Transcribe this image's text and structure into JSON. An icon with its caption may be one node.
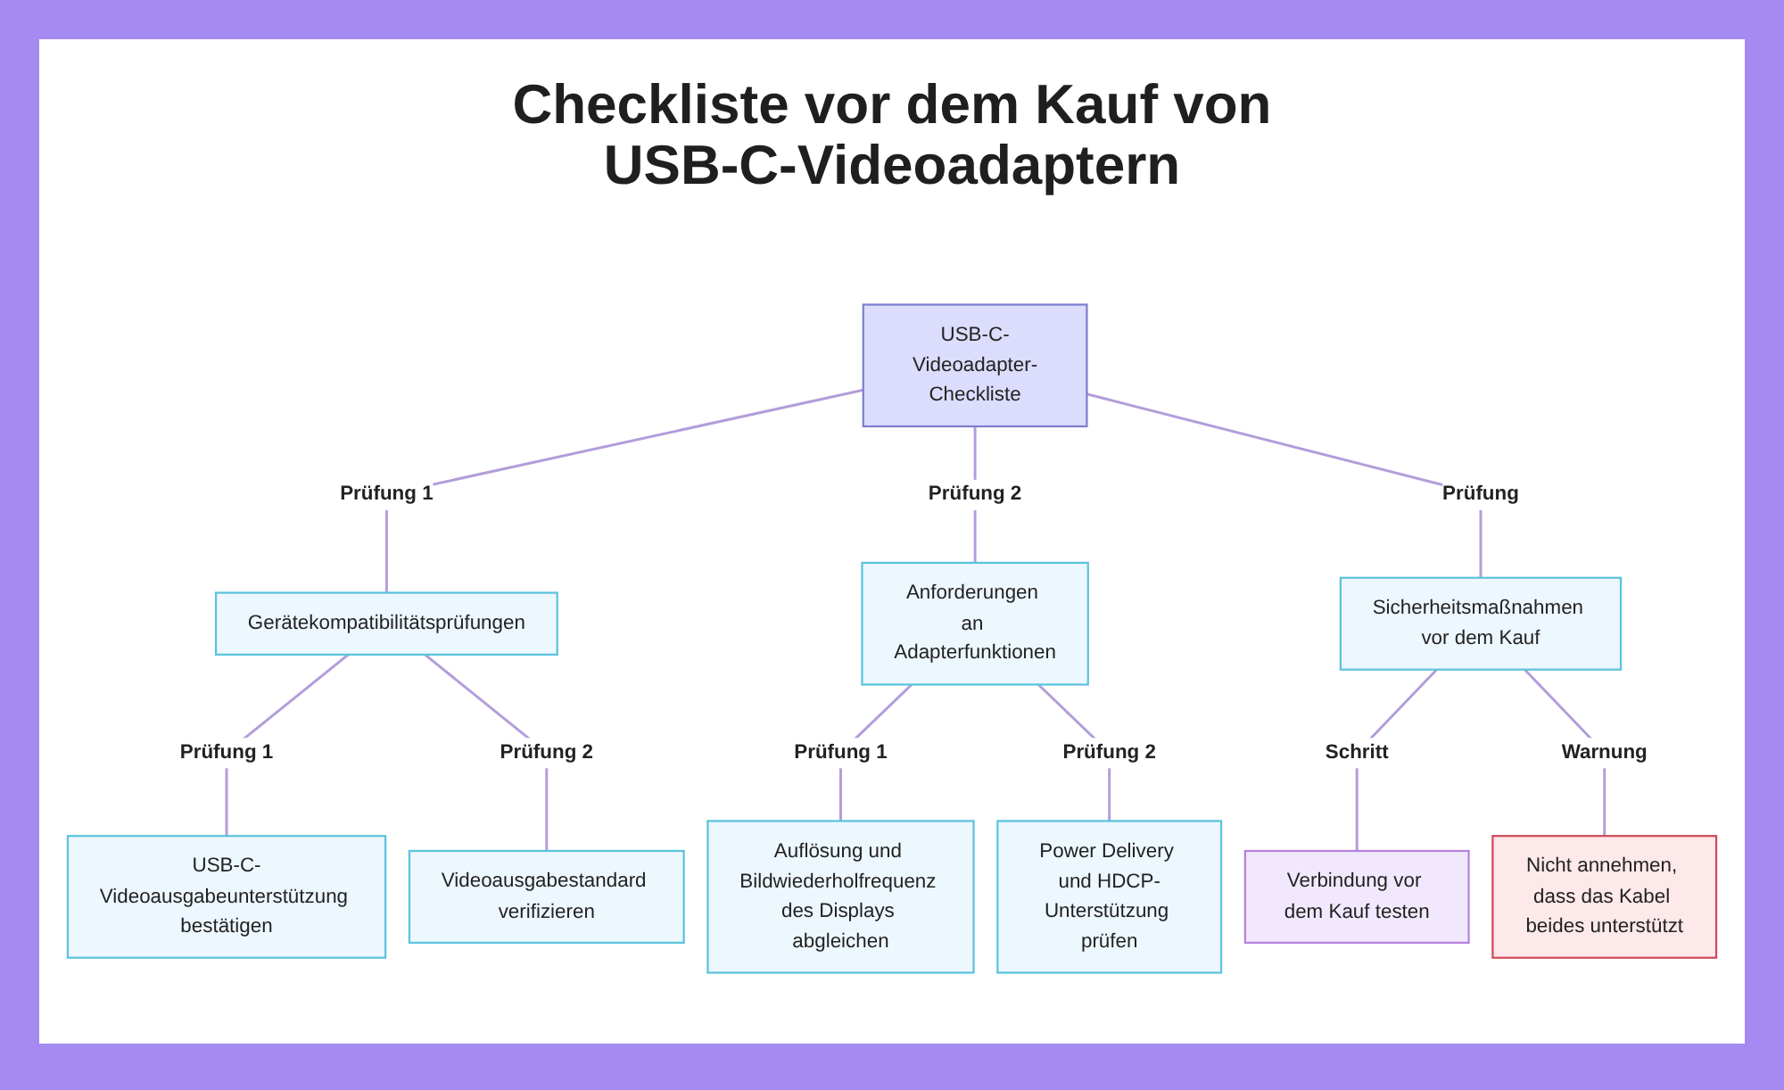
{
  "diagram": {
    "title": "Checkliste vor dem Kauf von USB-C-Videoadaptern",
    "nodes": [
      {
        "text": [
          "USB-C-Videoadapter-Checkliste"
        ]
      },
      {
        "text": [
          "Gerätekompatibilitätsprüfungen"
        ]
      },
      {
        "text": [
          "Anforderungen an Adapterfunktionen"
        ]
      },
      {
        "text": [
          "Sicherheitsmaßnahmen vor dem Kauf"
        ]
      },
      {
        "text": [
          "USB-C-Videoausgabeunterstützung bestätigen"
        ]
      },
      {
        "text": [
          "Videoausgabestandard verifizieren"
        ]
      },
      {
        "text": [
          "Auflösung und Bildwiederholfrequenz des Displays abgleichen"
        ]
      },
      {
        "text": [
          "Power Delivery und HDCP-Unterstützung prüfen"
        ]
      },
      {
        "text": [
          "Verbindung vor dem Kauf testen"
        ]
      },
      {
        "text": [
          "Nicht annehmen, dass das Kabel beides unterstützt"
        ]
      }
    ],
    "edges": [
      {
        "from": 0,
        "to": 1,
        "arrow": "none",
        "label": "Prüfung 1"
      },
      {
        "from": 0,
        "to": 2,
        "arrow": "none",
        "label": "Prüfung 2"
      },
      {
        "from": 0,
        "to": 3,
        "arrow": "none",
        "label": "Prüfung"
      },
      {
        "from": 1,
        "to": 4,
        "arrow": "none",
        "label": "Prüfung 1"
      },
      {
        "from": 1,
        "to": 5,
        "arrow": "none",
        "label": "Prüfung 2"
      },
      {
        "from": 2,
        "to": 6,
        "arrow": "none",
        "label": "Prüfung 1"
      },
      {
        "from": 2,
        "to": 7,
        "arrow": "none",
        "label": "Prüfung 2"
      },
      {
        "from": 3,
        "to": 8,
        "arrow": "none",
        "label": "Schritt"
      },
      {
        "from": 3,
        "to": 9,
        "arrow": "none",
        "label": "Warnung"
      }
    ]
  }
}
